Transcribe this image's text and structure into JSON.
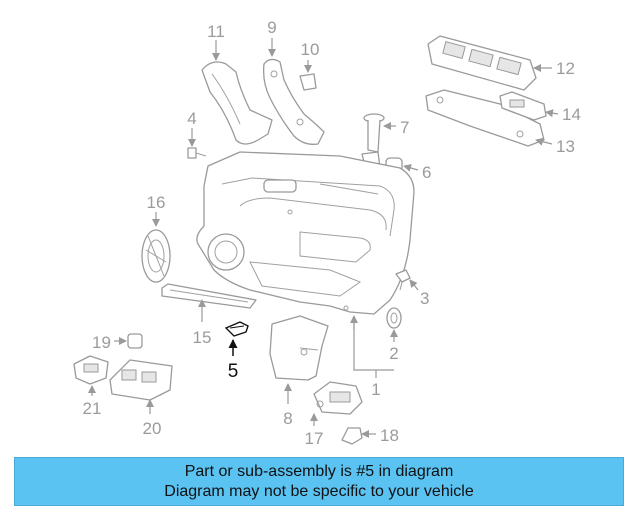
{
  "callouts": {
    "c1": "1",
    "c2": "2",
    "c3": "3",
    "c4": "4",
    "c5": "5",
    "c6": "6",
    "c7": "7",
    "c8": "8",
    "c9": "9",
    "c10": "10",
    "c11": "11",
    "c12": "12",
    "c13": "13",
    "c14": "14",
    "c15": "15",
    "c16": "16",
    "c17": "17",
    "c18": "18",
    "c19": "19",
    "c20": "20",
    "c21": "21"
  },
  "highlighted_part": "5",
  "colors": {
    "banner": "#5bc3f2",
    "highlight": "#111111",
    "line_art": "#9a9a9a"
  },
  "banner": {
    "line1": "Part or sub-assembly is #5 in diagram",
    "line2": "Diagram may not be specific to your vehicle"
  }
}
